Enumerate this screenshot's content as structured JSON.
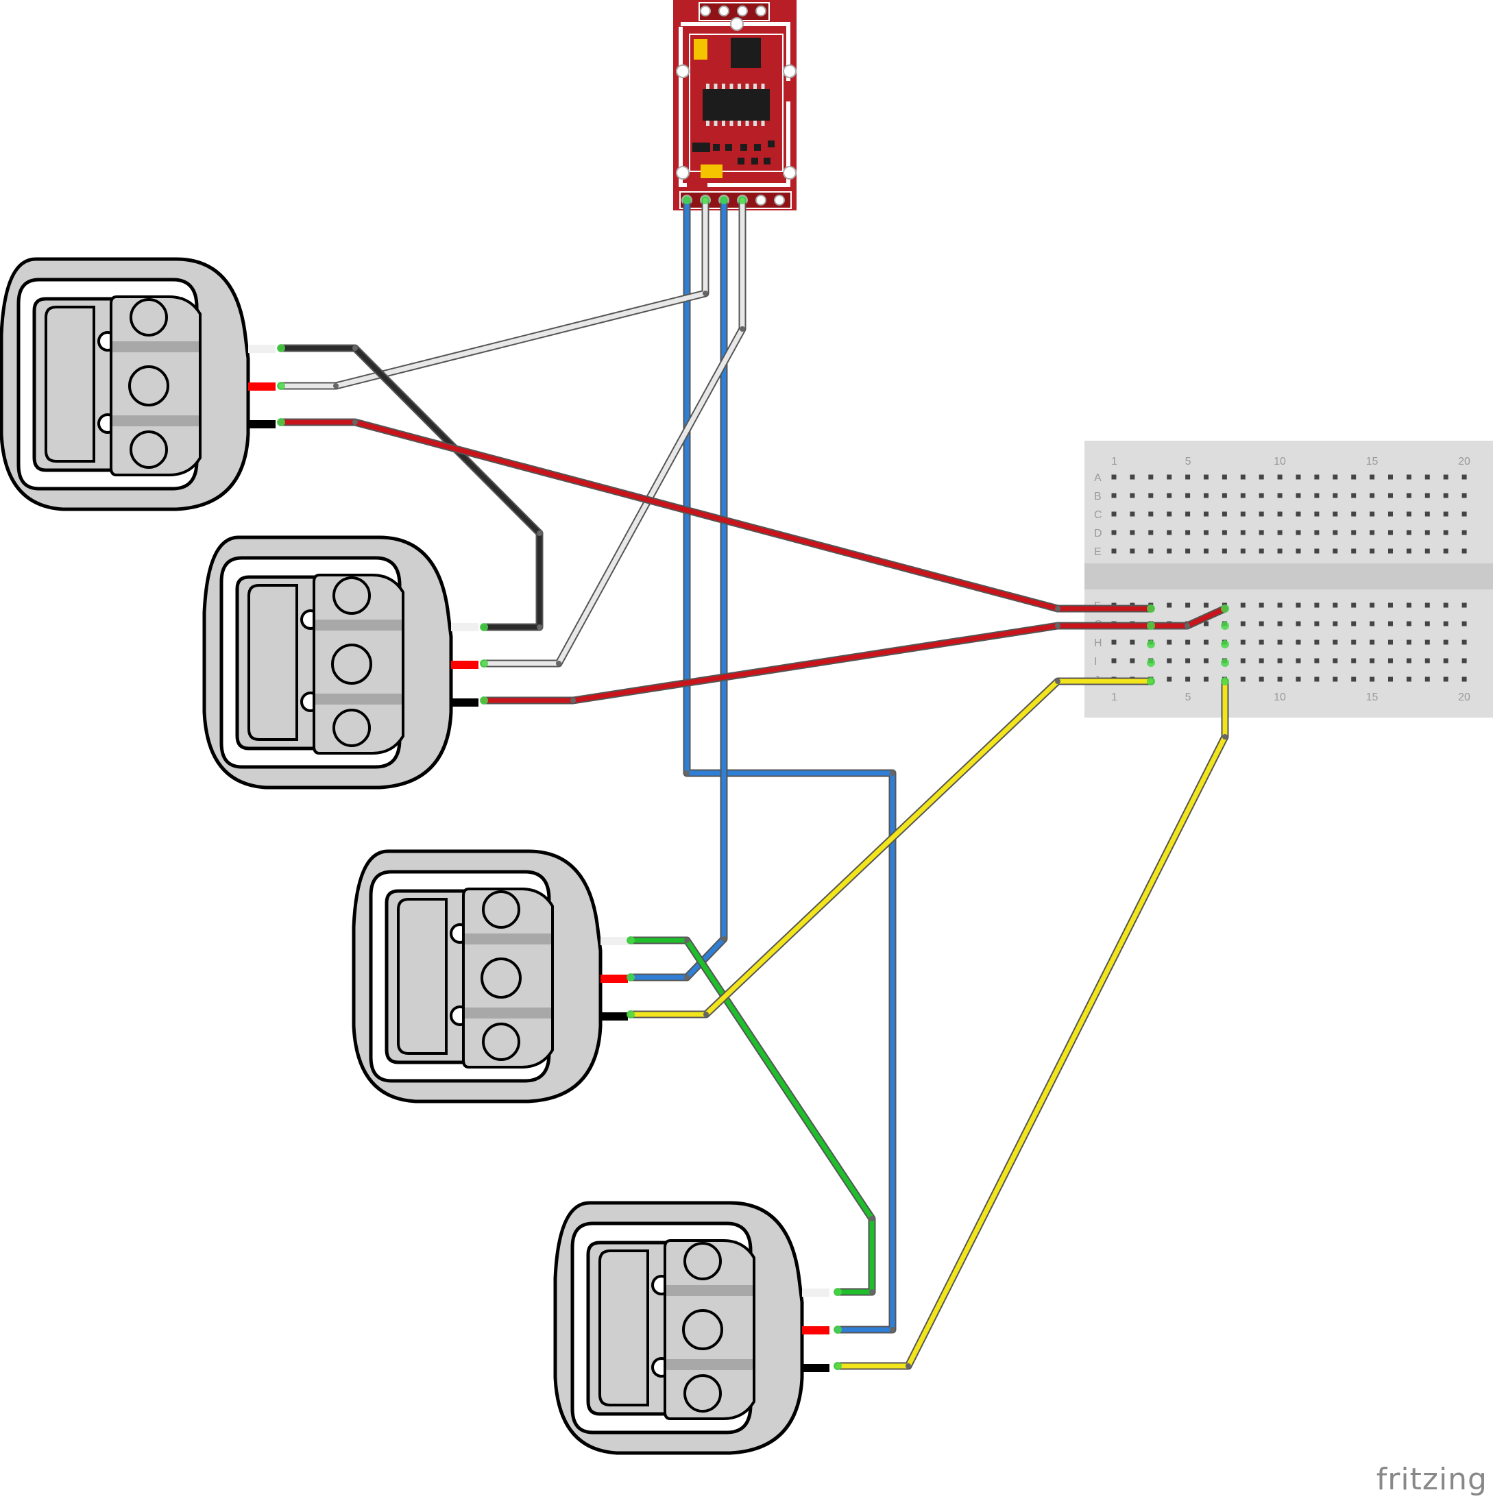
{
  "diagram": {
    "tool_watermark": "fritzing",
    "colors": {
      "wire_black": "#2b2b2b",
      "wire_white": "#e8e8e8",
      "wire_red": "#c8141a",
      "wire_blue": "#2f7fd6",
      "wire_green": "#1fbf2c",
      "wire_yellow": "#f2e51c",
      "board_red": "#b81e25",
      "load_cell_gray": "#cfcfcf",
      "breadboard_gray": "#dcdcdc",
      "pin_highlight": "#48d848"
    },
    "components": [
      {
        "type": "hx711-amplifier-board",
        "id": "hx711"
      },
      {
        "type": "load-cell",
        "id": "load-cell-1"
      },
      {
        "type": "load-cell",
        "id": "load-cell-2"
      },
      {
        "type": "load-cell",
        "id": "load-cell-3"
      },
      {
        "type": "load-cell",
        "id": "load-cell-4"
      },
      {
        "type": "mini-breadboard",
        "id": "breadboard"
      }
    ],
    "breadboard": {
      "top_row_labels": [
        "A",
        "B",
        "C",
        "D",
        "E"
      ],
      "bottom_row_labels": [
        "F",
        "G",
        "H",
        "I",
        "J"
      ],
      "column_numbers": [
        "1",
        "5",
        "10",
        "15",
        "20"
      ],
      "column_count": 20
    }
  }
}
